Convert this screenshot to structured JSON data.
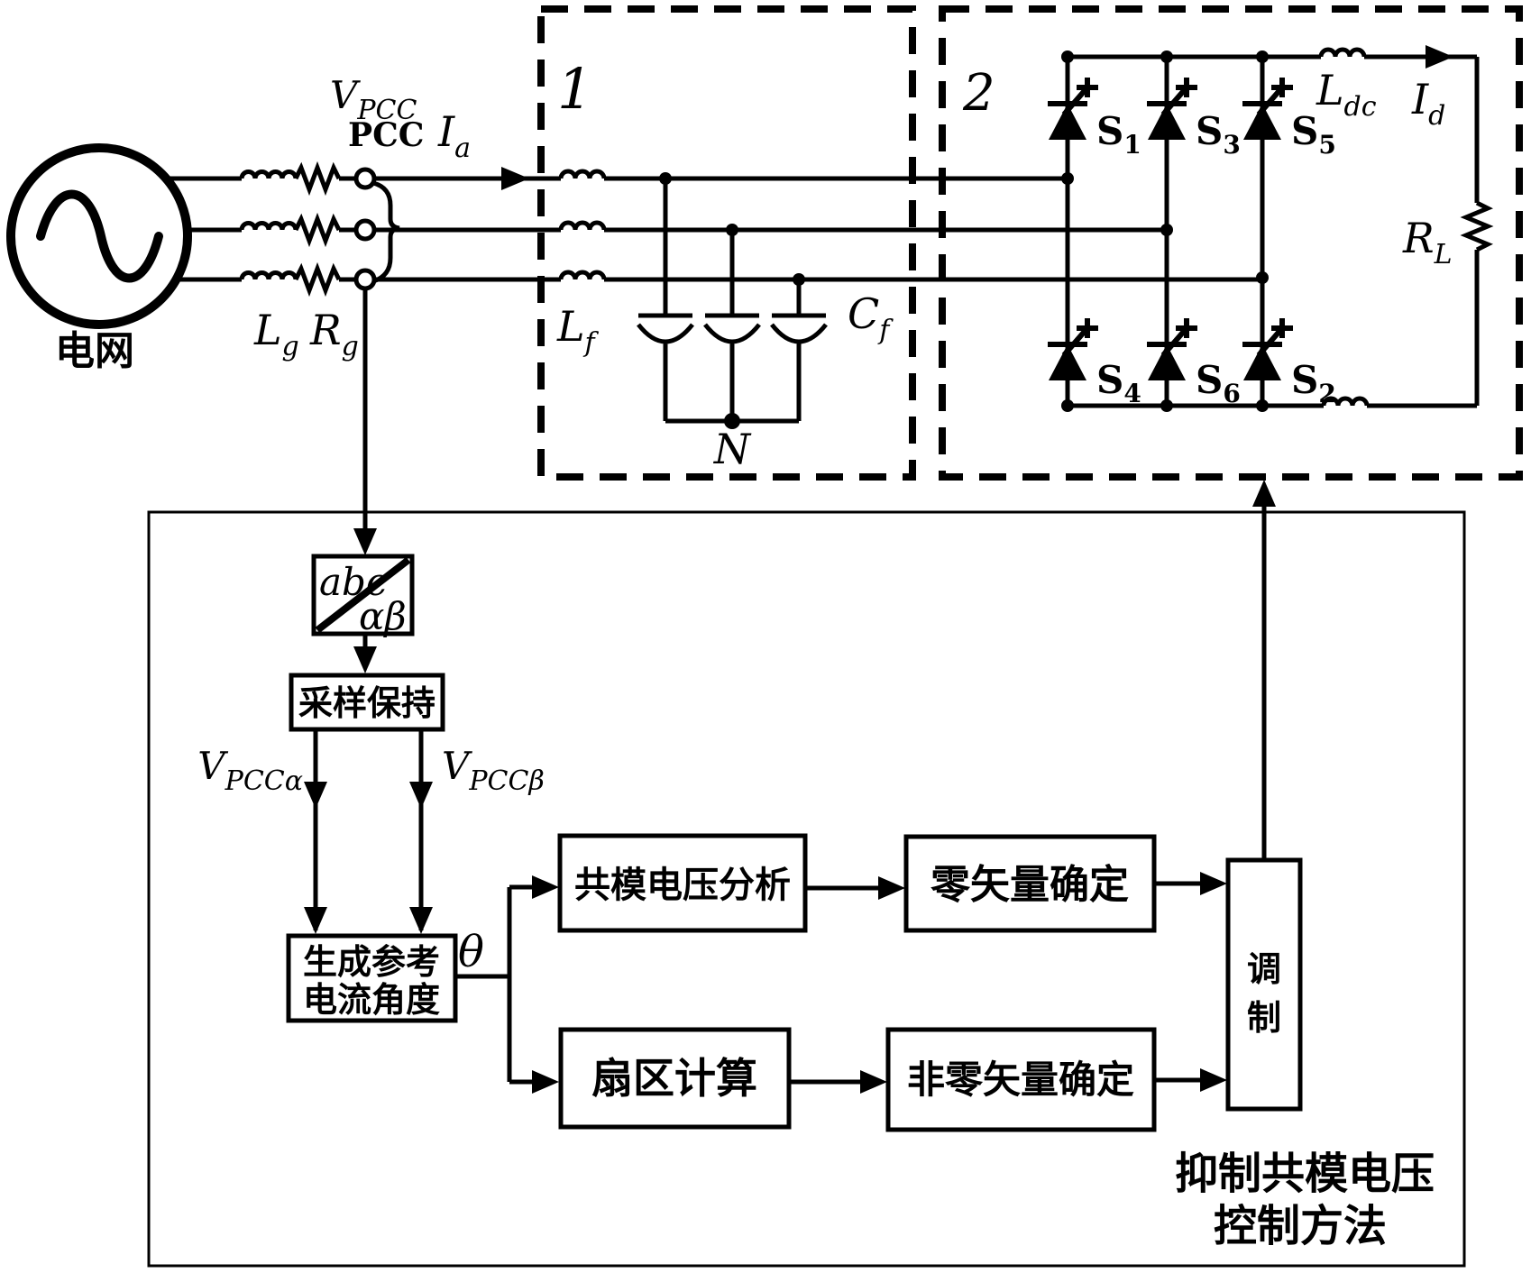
{
  "labels": {
    "grid": "电网",
    "v_pcc": {
      "base": "V",
      "sub": "PCC"
    },
    "pcc": "PCC",
    "i_a": {
      "base": "I",
      "sub": "a"
    },
    "l_g": {
      "base": "L",
      "sub": "g"
    },
    "r_g": {
      "base": "R",
      "sub": "g"
    },
    "box1": "1",
    "box2": "2",
    "l_f": {
      "base": "L",
      "sub": "f"
    },
    "c_f": {
      "base": "C",
      "sub": "f"
    },
    "n": "N",
    "s1": {
      "base": "S",
      "sub": "1"
    },
    "s3": {
      "base": "S",
      "sub": "3"
    },
    "s5": {
      "base": "S",
      "sub": "5"
    },
    "s4": {
      "base": "S",
      "sub": "4"
    },
    "s6": {
      "base": "S",
      "sub": "6"
    },
    "s2": {
      "base": "S",
      "sub": "2"
    },
    "l_dc": {
      "base": "L",
      "sub": "dc"
    },
    "i_d": {
      "base": "I",
      "sub": "d"
    },
    "r_l": {
      "base": "R",
      "sub": "L"
    }
  },
  "control": {
    "transform_top": "abc",
    "transform_bottom": "αβ",
    "sample_hold": "采样保持",
    "v_pcc_alpha": {
      "base": "V",
      "sub": "PCCα"
    },
    "v_pcc_beta": {
      "base": "V",
      "sub": "PCCβ"
    },
    "ref_angle": {
      "line1": "生成参考",
      "line2": "电流角度"
    },
    "theta": "θ",
    "cmv_analysis": "共模电压分析",
    "zero_vector": "零矢量确定",
    "sector_calc": "扇区计算",
    "nonzero_vector": "非零矢量确定",
    "modulation": {
      "char1": "调",
      "char2": "制"
    },
    "caption": {
      "line1": "抑制共模电压",
      "line2": "控制方法"
    }
  },
  "colors": {
    "ink": "#000000",
    "background": "#ffffff"
  }
}
